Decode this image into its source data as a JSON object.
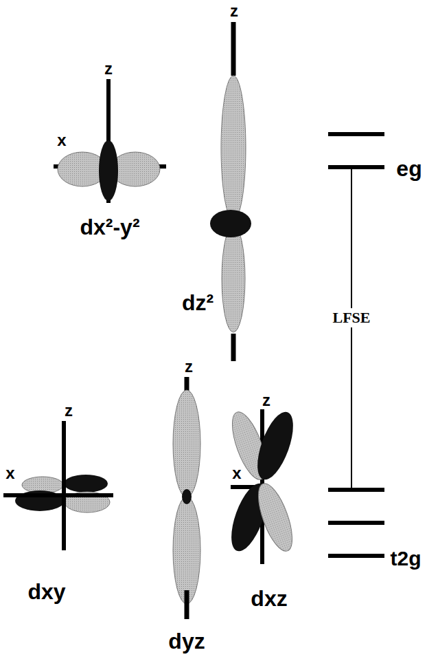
{
  "diagram": {
    "labels": [
      "z",
      "z",
      "x",
      "eg",
      "dx²-y²",
      "dz²",
      "LFSE",
      "z",
      "z",
      "z",
      "x",
      "x",
      "t2g",
      "dxy",
      "dxz",
      "dyz"
    ]
  }
}
